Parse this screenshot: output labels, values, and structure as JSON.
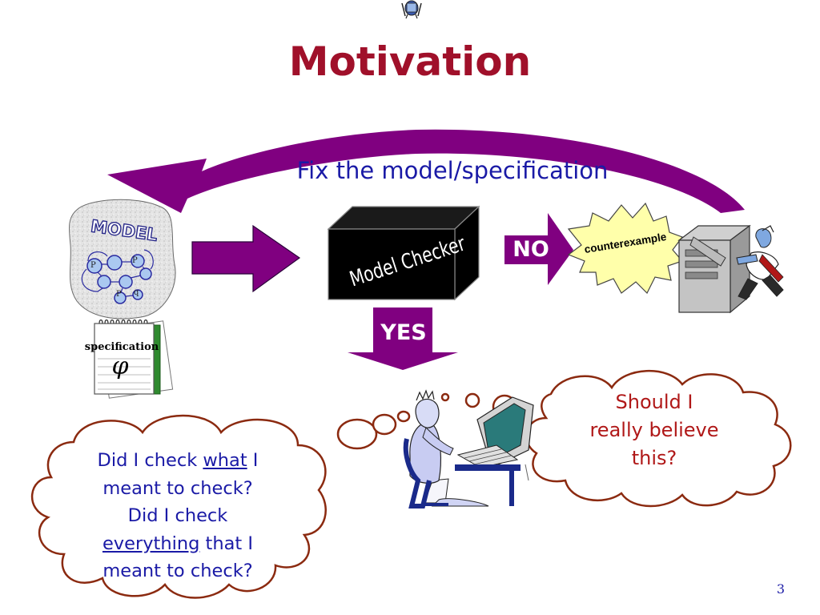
{
  "slide": {
    "title": "Motivation",
    "page_number": "3"
  },
  "diagram": {
    "fix_label": "Fix the model/specification",
    "model_word": "MODEL",
    "node_labels": [
      "P",
      "P",
      "P",
      "q"
    ],
    "spec_label": "specification",
    "phi_symbol": "φ",
    "checker_label": "Model Checker",
    "no_label": "NO",
    "yes_label": "YES",
    "counterexample_label": "counterexample"
  },
  "thoughts": {
    "left_lines": [
      {
        "pre": "Did I check ",
        "u": "what",
        "post": " I"
      },
      {
        "pre": "meant to check?",
        "u": "",
        "post": ""
      },
      {
        "pre": "Did I check",
        "u": "",
        "post": ""
      },
      {
        "pre": "",
        "u": "everything",
        "post": " that I"
      },
      {
        "pre": "meant to check?",
        "u": "",
        "post": ""
      }
    ],
    "right_lines": [
      "Should I",
      "really believe",
      "this?"
    ]
  },
  "colors": {
    "title": "#a0102a",
    "purple": "#800080",
    "blue_text": "#1a1aa6",
    "red_text": "#b01818",
    "cloud_border": "#8b2a10",
    "burst_fill": "#ffffaa"
  }
}
